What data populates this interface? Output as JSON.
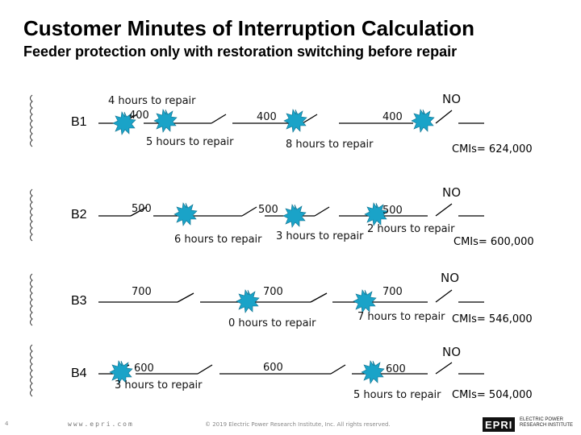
{
  "title": "Customer Minutes of Interruption Calculation",
  "subtitle": "Feeder protection only with restoration switching before repair",
  "page_number": "4",
  "footer": {
    "url": "www.epri.com",
    "copyright": "© 2019 Electric Power Research Institute, Inc. All rights reserved.",
    "logo_mark": "EPRI",
    "logo_text": "ELECTRIC POWER RESEARCH INSTITUTE"
  },
  "feeders": [
    {
      "bus": "B1",
      "no_label": "NO",
      "loads": [
        "400",
        "400",
        "400"
      ],
      "repair_labels": [
        "4 hours to repair",
        "5 hours to repair",
        "8 hours to repair"
      ],
      "cmi": "CMIs= 624,000"
    },
    {
      "bus": "B2",
      "no_label": "NO",
      "loads": [
        "500",
        "500",
        "500"
      ],
      "repair_labels": [
        "6 hours to repair",
        "3 hours to repair",
        "2 hours to repair"
      ],
      "cmi": "CMIs= 600,000"
    },
    {
      "bus": "B3",
      "no_label": "NO",
      "loads": [
        "700",
        "700",
        "700"
      ],
      "repair_labels": [
        "0 hours to repair",
        "7 hours to repair"
      ],
      "cmi": "CMIs= 546,000"
    },
    {
      "bus": "B4",
      "no_label": "NO",
      "loads": [
        "600",
        "600",
        "600"
      ],
      "repair_labels": [
        "3 hours to repair",
        "5 hours to repair"
      ],
      "cmi": "CMIs= 504,000"
    }
  ],
  "colors": {
    "fault_star": "#1aa3c8",
    "line": "#000000"
  },
  "icons": [
    "source-coil-icon",
    "fault-star-icon",
    "switch-icon"
  ]
}
